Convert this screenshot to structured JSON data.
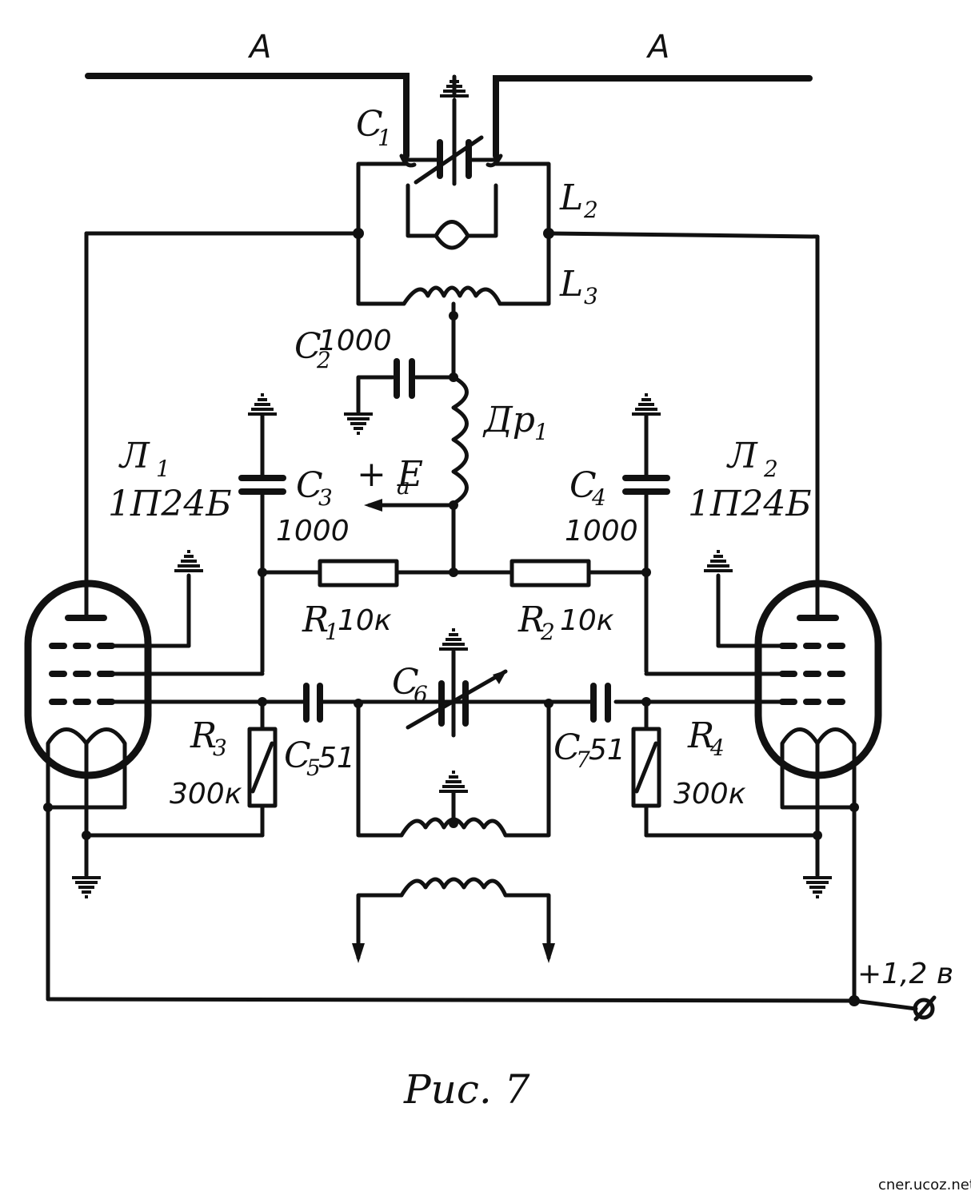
{
  "figure": {
    "caption": "Рис. 7",
    "watermark": "cner.ucoz.net"
  },
  "antenna": {
    "left_label": "A",
    "right_label": "A"
  },
  "components": {
    "c1": {
      "label": "C",
      "sub": "1"
    },
    "l2": {
      "label": "L",
      "sub": "2"
    },
    "l3": {
      "label": "L",
      "sub": "3"
    },
    "c2": {
      "label": "C",
      "sub": "2",
      "value": "1000"
    },
    "dr1": {
      "label": "Др",
      "sub": "1"
    },
    "ea": {
      "label": "+ E",
      "sub": "a"
    },
    "c3": {
      "label": "C",
      "sub": "3",
      "value": "1000"
    },
    "c4": {
      "label": "C",
      "sub": "4",
      "value": "1000"
    },
    "r1": {
      "label": "R",
      "sub": "1",
      "value": "10к"
    },
    "r2": {
      "label": "R",
      "sub": "2",
      "value": "10к"
    },
    "c6": {
      "label": "C",
      "sub": "6"
    },
    "c5": {
      "label": "C",
      "sub": "5",
      "value": "51"
    },
    "c7": {
      "label": "C",
      "sub": "7",
      "value": "51"
    },
    "r3": {
      "label": "R",
      "sub": "3",
      "value": "300к"
    },
    "r4": {
      "label": "R",
      "sub": "4",
      "value": "300к"
    }
  },
  "tubes": {
    "l1": {
      "label": "Л",
      "sub": "1",
      "type": "1П24Б"
    },
    "l2": {
      "label": "Л",
      "sub": "2",
      "type": "1П24Б"
    }
  },
  "supply": {
    "filament": "+1,2 в"
  }
}
